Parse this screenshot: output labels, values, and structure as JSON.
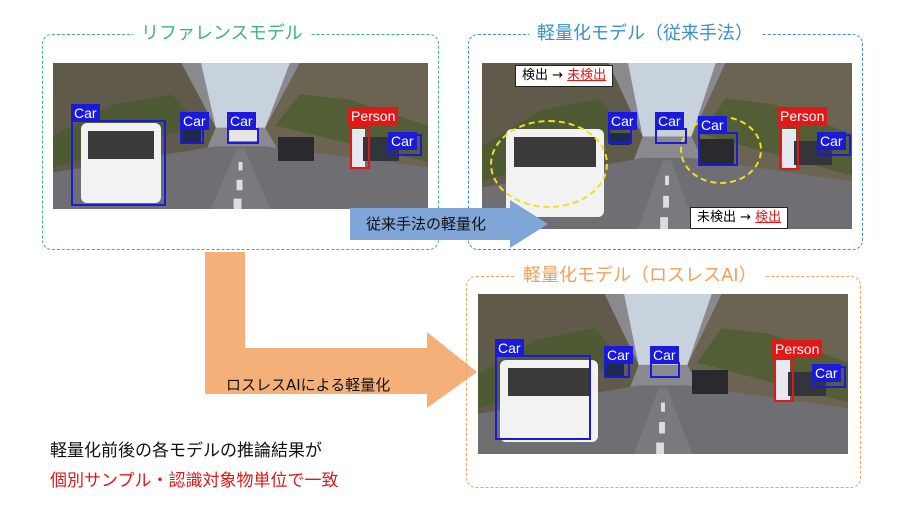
{
  "panels": {
    "reference": {
      "title": "リファレンスモデル",
      "color": "#3fb37a"
    },
    "conventional": {
      "title": "軽量化モデル（従来手法）",
      "color": "#3a8fc8"
    },
    "lossless": {
      "title": "軽量化モデル（ロスレスAI）",
      "color": "#f0a05a"
    }
  },
  "labels": {
    "car": "Car",
    "person": "Person"
  },
  "callouts": {
    "top": {
      "prefix": "検出 → ",
      "highlight": "未検出"
    },
    "bottom": {
      "prefix": "未検出 → ",
      "highlight": "検出"
    }
  },
  "arrows": {
    "conventional": {
      "label": "従来手法の軽量化",
      "color": "#7fa6d6"
    },
    "lossless": {
      "label": "ロスレスAIによる軽量化",
      "color": "#f5b07a"
    }
  },
  "caption": {
    "line1": "軽量化前後の各モデルの推論結果が",
    "line2": "個別サンプル・認識対象物単位で一致",
    "line2_color": "#e01818"
  }
}
